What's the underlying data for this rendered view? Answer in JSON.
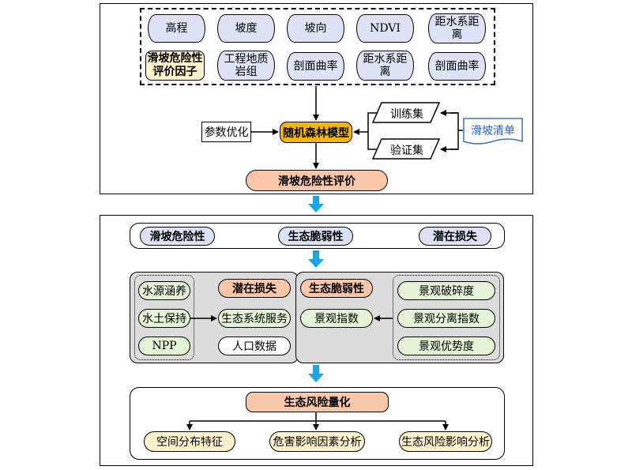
{
  "section1": {
    "factors_row1": [
      "高程",
      "坡度",
      "坡向",
      "NDVI",
      "距水系距离"
    ],
    "factors_row2": [
      "工程地质岩组",
      "剖面曲率",
      "距水系距离",
      "剖面曲率"
    ],
    "factor_title": "滑坡危险性评价因子",
    "param": "参数优化",
    "model": "随机森林模型",
    "train": "训练集",
    "verify": "验证集",
    "inventory": "滑坡清单",
    "evaluation": "滑坡危险性评价"
  },
  "section2": {
    "items": [
      "滑坡危险性",
      "生态脆弱性",
      "潜在损失"
    ]
  },
  "section3": {
    "potential_loss": "潜在损失",
    "left_items": [
      "水源涵养",
      "水土保持",
      "NPP"
    ],
    "eco_service": "生态系统服务",
    "population": "人口数据",
    "eco_vuln": "生态脆弱性",
    "landscape_index": "景观指数",
    "right_items": [
      "景观破碎度",
      "景观分离指数",
      "景观优势度"
    ]
  },
  "section4": {
    "title": "生态风险量化",
    "items": [
      "空间分布特征",
      "危害影响因素分析",
      "生态风险影响分析"
    ]
  },
  "colors": {
    "accent_arrow": "#1aa6e6",
    "model": "#f5b80a",
    "cylinder": "#dde3f4",
    "peach": "#f8c7aa",
    "green": "#e4f2d6",
    "cream": "#fdf1cc"
  }
}
